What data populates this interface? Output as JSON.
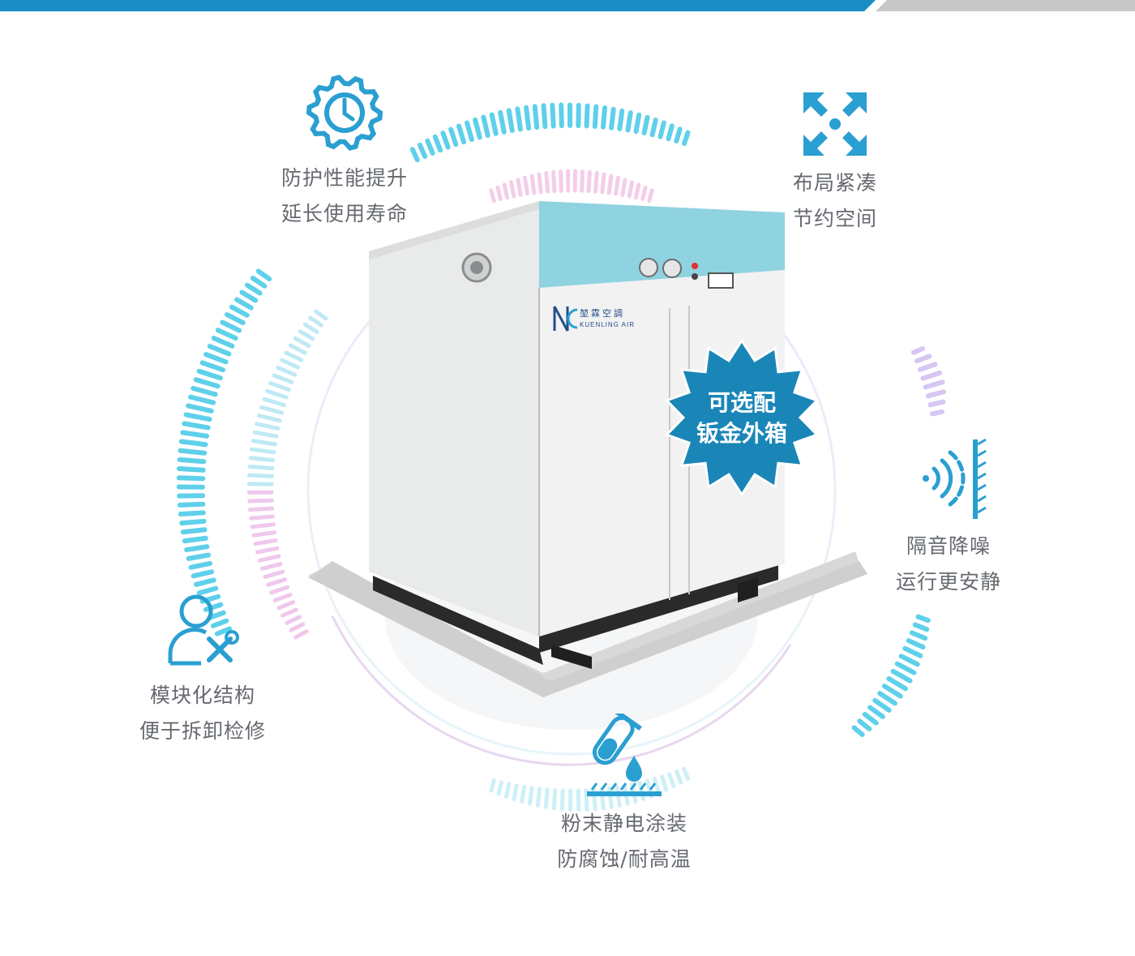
{
  "features": {
    "protect": {
      "line1": "防护性能提升",
      "line2": "延长使用寿命",
      "icon": "gear-clock-icon"
    },
    "compact": {
      "line1": "布局紧凑",
      "line2": "节约空间",
      "icon": "expand-arrows-icon"
    },
    "noise": {
      "line1": "隔音降噪",
      "line2": "运行更安静",
      "icon": "sound-wall-icon"
    },
    "module": {
      "line1": "模块化结构",
      "line2": "便于拆卸检修",
      "icon": "user-wrench-icon"
    },
    "coating": {
      "line1": "粉末静电涂装",
      "line2": "防腐蚀/耐高温",
      "icon": "test-tube-drop-icon"
    }
  },
  "badge": {
    "line1": "可选配",
    "line2": "钣金外箱"
  },
  "product": {
    "brand_cn": "堃霖空調",
    "brand_en": "KUENLING AIR"
  },
  "colors": {
    "accent": "#1a8ec4",
    "icon": "#2a9fd1",
    "panel": "#8fd2e0",
    "cabinet": "#f0f1f1"
  }
}
